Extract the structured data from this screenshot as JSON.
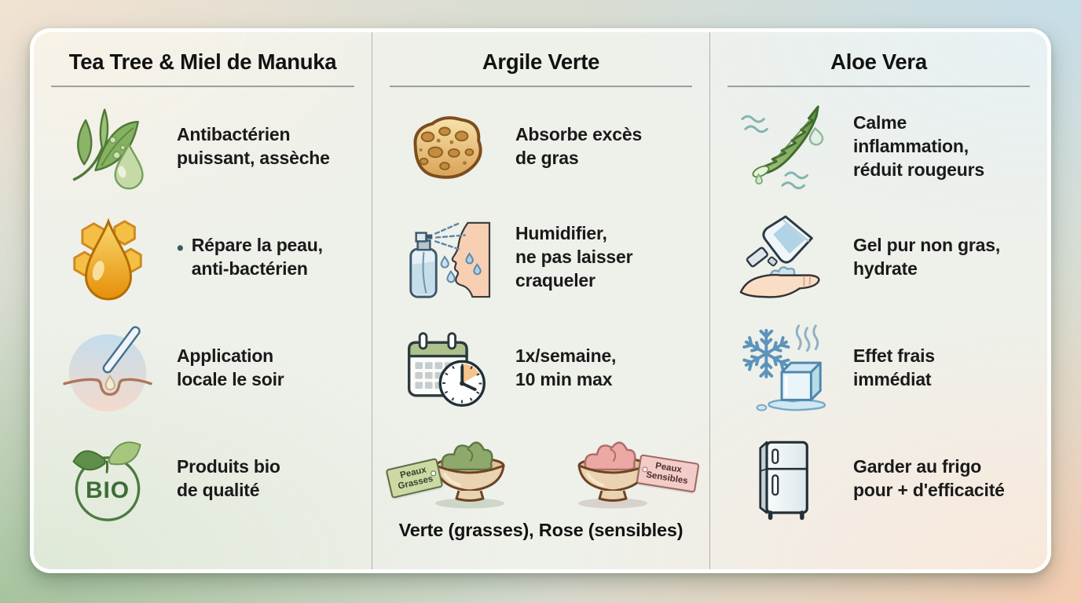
{
  "card": {
    "columns": [
      {
        "title": "Tea Tree & Miel de Manuka",
        "items": [
          {
            "icon": "tea-tree-leaves-droplet",
            "text": "Antibactérien\npuissant, assèche"
          },
          {
            "icon": "honey-drop-honeycomb",
            "bullet": "•",
            "text": "Répare la peau,\nanti-bactérien"
          },
          {
            "icon": "cotton-swab-skin",
            "text": "Application\nlocale le soir"
          },
          {
            "icon": "bio-badge",
            "badge_label": "BIO",
            "text": "Produits bio\nde qualité"
          }
        ]
      },
      {
        "title": "Argile Verte",
        "items": [
          {
            "icon": "sponge",
            "text": "Absorbe excès\nde gras"
          },
          {
            "icon": "spray-bottle-face",
            "text": "Humidifier,\nne pas laisser\ncraqueler"
          },
          {
            "icon": "calendar-clock",
            "text": "1x/semaine,\n10 min max"
          },
          {
            "icon": "clay-bowls",
            "tag_green": "Peaux\nGrasses",
            "tag_pink": "Peaux\nSensibles",
            "caption": "Verte (grasses), Rose (sensibles)"
          }
        ]
      },
      {
        "title": "Aloe Vera",
        "items": [
          {
            "icon": "aloe-leaf-droplet",
            "text": "Calme\ninflammation,\nréduit rougeurs"
          },
          {
            "icon": "gel-tube-hand",
            "text": "Gel pur non gras,\nhydrate"
          },
          {
            "icon": "snowflake-ice-cube",
            "text": "Effet frais\nimmédiat"
          },
          {
            "icon": "refrigerator",
            "text": "Garder au frigo\npour + d'efficacité"
          }
        ]
      }
    ]
  },
  "palette": {
    "bg_top_left": "#f2e2d2",
    "bg_top_right": "#c6dde8",
    "bg_bottom_left": "#a6c49e",
    "bg_bottom_right": "#f4ccb0",
    "card_base": "#eef0ea",
    "text": "#1a1a1a",
    "green_accent": "#8fa96c",
    "pink_accent": "#eba8a4",
    "honey_accent": "#e8940e"
  }
}
